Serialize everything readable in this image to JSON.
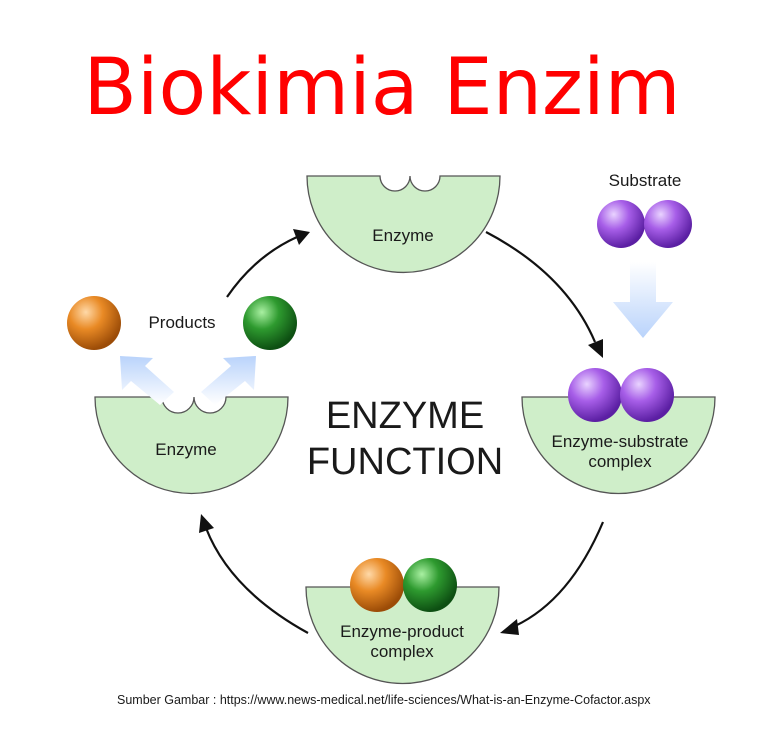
{
  "title": "Biokimia Enzim",
  "center_label": {
    "line1": "ENZYME",
    "line2": "FUNCTION"
  },
  "labels": {
    "enzyme_top": "Enzyme",
    "enzyme_left": "Enzyme",
    "substrate": "Substrate",
    "products": "Products",
    "es_complex_line1": "Enzyme-substrate",
    "es_complex_line2": "complex",
    "ep_complex_line1": "Enzyme-product",
    "ep_complex_line2": "complex"
  },
  "credit": "Sumber Gambar : https://www.news-medical.net/life-sciences/What-is-an-Enzyme-Cofactor.aspx",
  "colors": {
    "title": "#ff0000",
    "enzyme_fill": "#cfeec9",
    "substrate": "#a75ee8",
    "product_orange": "#e98a25",
    "product_green": "#2e9a2f",
    "flow_arrow": "#b9d3fb"
  }
}
